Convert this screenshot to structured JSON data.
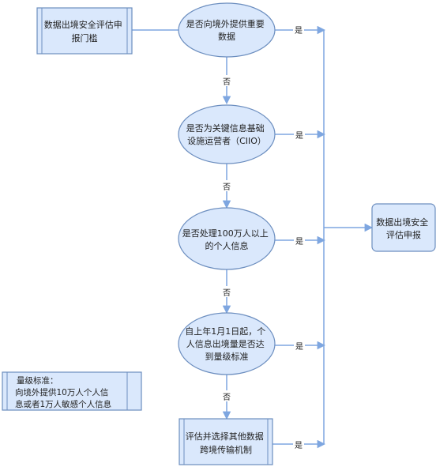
{
  "diagram": {
    "colors": {
      "fill": "#dae8fc",
      "stroke": "#6c8ebf",
      "edge": "#7ea6e0",
      "text": "#222222"
    },
    "threshold_box": {
      "lines": [
        "数据出境安全评估申",
        "报门槛"
      ]
    },
    "decisions": [
      {
        "lines": [
          "是否向境外提供重要",
          "数据"
        ]
      },
      {
        "lines": [
          "是否为关键信息基础",
          "设施运营者（CIIO）"
        ]
      },
      {
        "lines": [
          "是否处理100万人以上",
          "的个人信息"
        ]
      },
      {
        "lines": [
          "自上年1月1日起，个",
          "人信息出境量是否达",
          "到量级标准"
        ]
      }
    ],
    "final_box": {
      "lines": [
        "评估并选择其他数据",
        "跨境传输机制"
      ]
    },
    "result_box": {
      "lines": [
        "数据出境安全",
        "评估申报"
      ]
    },
    "note_box": {
      "lines": [
        "量级标准：",
        "向境外提供10万人个人信",
        "息或者1万人敏感个人信息"
      ]
    },
    "yes_label": "是",
    "no_label": "否"
  }
}
